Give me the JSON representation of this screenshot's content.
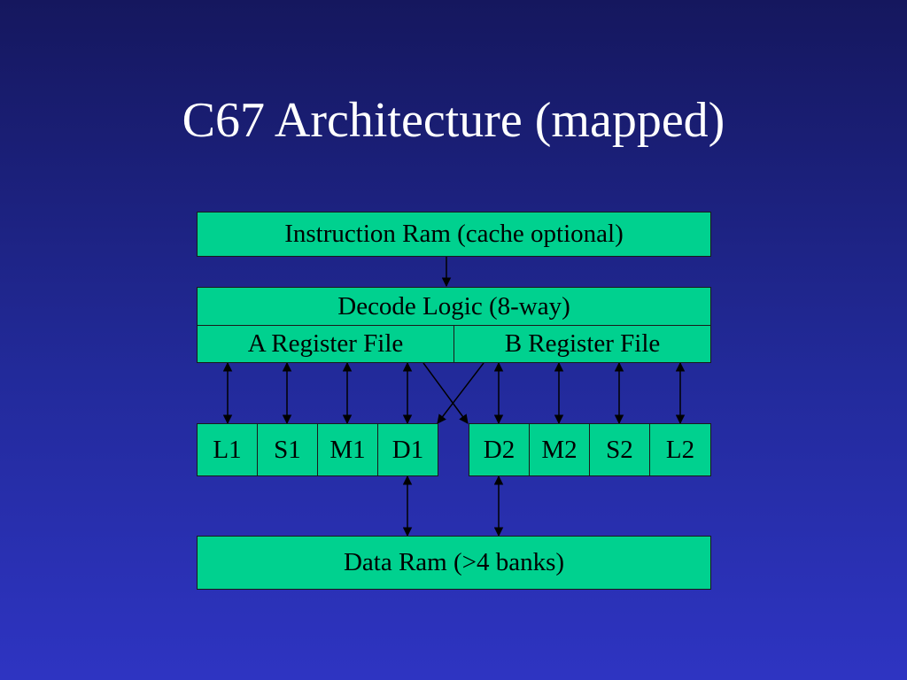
{
  "slide": {
    "title": "C67 Architecture (mapped)"
  },
  "diagram": {
    "instruction_ram": "Instruction Ram (cache optional)",
    "decode_logic": "Decode Logic (8-way)",
    "register_files": [
      "A Register File",
      "B Register File"
    ],
    "units_left": [
      "L1",
      "S1",
      "M1",
      "D1"
    ],
    "units_right": [
      "D2",
      "M2",
      "S2",
      "L2"
    ],
    "data_ram": "Data Ram (>4 banks)"
  },
  "colors": {
    "box_fill": "#00d18f",
    "title_text": "#ffffff",
    "background_top": "#15175e",
    "background_bottom": "#2e34c2"
  }
}
